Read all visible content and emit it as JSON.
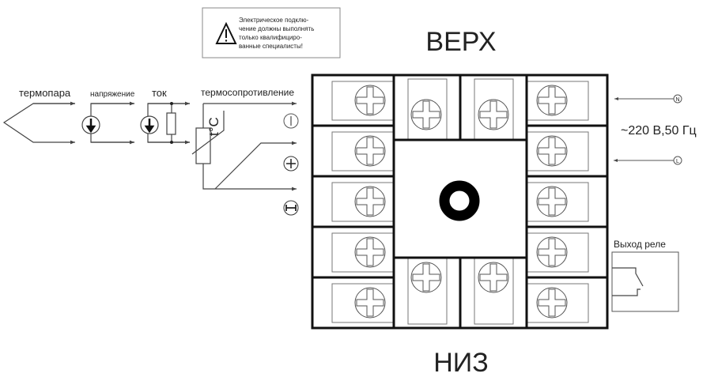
{
  "warning": {
    "lines": [
      "Электрическое подклю-",
      "чение должны выполнять",
      "только квалифициро-",
      "ванные специалисты!"
    ]
  },
  "top_label": "ВЕРХ",
  "bottom_label": "НИЗ",
  "inputs": {
    "thermocouple": "термопара",
    "voltage": "напряжение",
    "current": "ток",
    "thermoresistor": "термосопротивление",
    "temp_symbol": "t°C"
  },
  "power": {
    "label": "~220 В,50 Гц",
    "n": "N",
    "l": "L"
  },
  "relay": {
    "label": "Выход реле"
  }
}
